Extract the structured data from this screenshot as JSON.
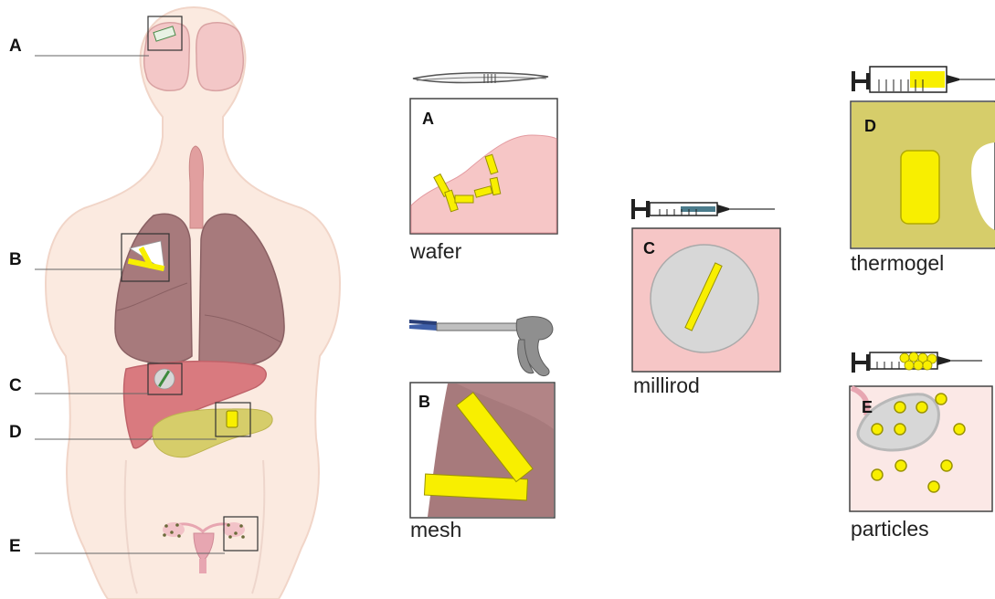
{
  "body_labels": [
    "A",
    "B",
    "C",
    "D",
    "E"
  ],
  "panels": [
    {
      "letter": "A",
      "caption": "wafer",
      "device": "forceps-icon"
    },
    {
      "letter": "B",
      "caption": "mesh",
      "device": "applicator-gun-icon"
    },
    {
      "letter": "C",
      "caption": "millirod",
      "device": "syringe-icon"
    },
    {
      "letter": "D",
      "caption": "thermogel",
      "device": "syringe-icon"
    },
    {
      "letter": "E",
      "caption": "particles",
      "device": "syringe-icon"
    }
  ],
  "colors": {
    "implant_yellow": "#f8ef00",
    "tissue_pink": "#f6c6c6",
    "body_skin": "#fbeae0",
    "lung": "#a77a7c",
    "liver": "#d97a7f",
    "pancreas_gel": "#d6cd6a",
    "tumor_grey": "#d7d7d7"
  }
}
